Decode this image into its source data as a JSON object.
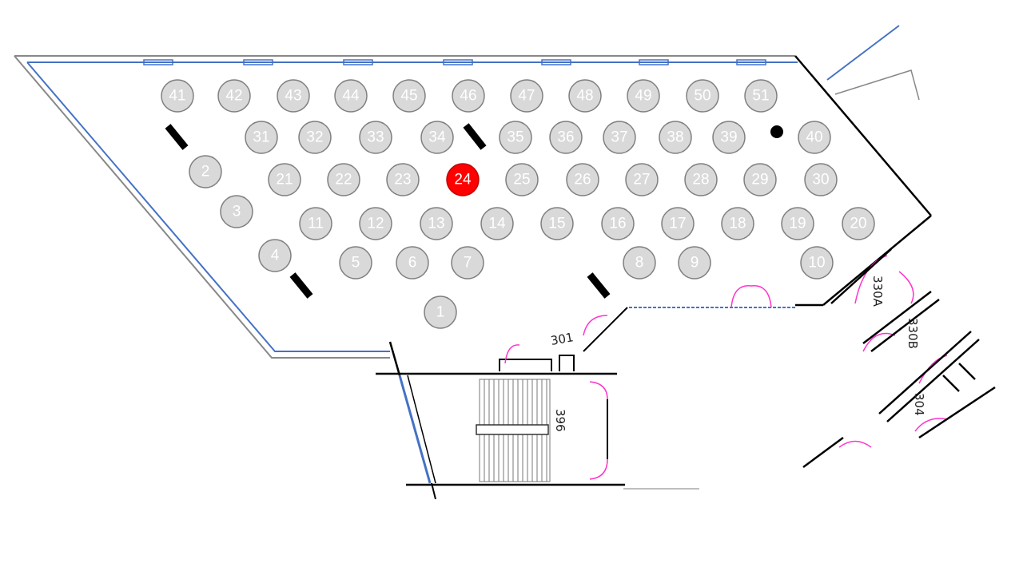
{
  "floor_plan": {
    "selected_table": "24",
    "colors": {
      "table_fill": "#d9d9d9",
      "table_stroke": "#7f7f7f",
      "selected_fill": "#ff0000",
      "wall_outline": "#4472c4",
      "door_swing": "#ff00ff",
      "wall": "#000000"
    },
    "tables": [
      "1",
      "2",
      "3",
      "4",
      "5",
      "6",
      "7",
      "8",
      "9",
      "10",
      "11",
      "12",
      "13",
      "14",
      "15",
      "16",
      "17",
      "18",
      "19",
      "20",
      "21",
      "22",
      "23",
      "24",
      "25",
      "26",
      "27",
      "28",
      "29",
      "30",
      "31",
      "32",
      "33",
      "34",
      "35",
      "36",
      "37",
      "38",
      "39",
      "40",
      "41",
      "42",
      "43",
      "44",
      "45",
      "46",
      "47",
      "48",
      "49",
      "50",
      "51"
    ],
    "rooms": {
      "r301": "301",
      "r396": "396",
      "r330a": "330A",
      "r330b": "330B",
      "r304": "304"
    }
  }
}
